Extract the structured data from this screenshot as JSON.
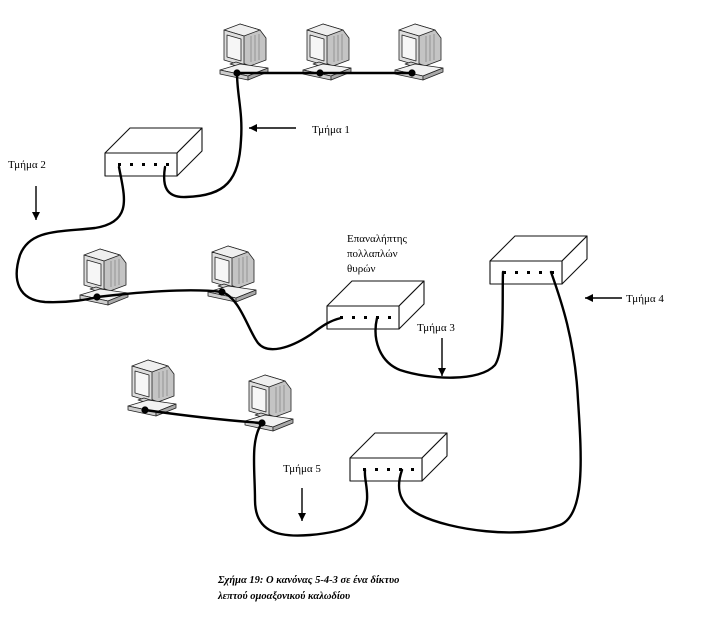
{
  "segment_labels": [
    "Τμήμα 1",
    "Τμήμα 2",
    "Τμήμα 3",
    "Τμήμα 4",
    "Τμήμα 5"
  ],
  "repeater_label": [
    "Επαναλήπτης",
    "πολλαπλών",
    "θυρών"
  ],
  "caption": {
    "line1": "Σχήμα 19: Ο κανόνας 5-4-3 σε ένα δίκτυο",
    "line2": "λεπτού ομοαξονικού καλωδίου"
  },
  "icons": {
    "workstation": "workstation-icon",
    "repeater": "repeater-hub-icon"
  },
  "colors": {
    "line": "#000000",
    "device_light": "#eeeeee",
    "device_mid": "#d6d6d6",
    "device_dark": "#aaaaaa"
  }
}
